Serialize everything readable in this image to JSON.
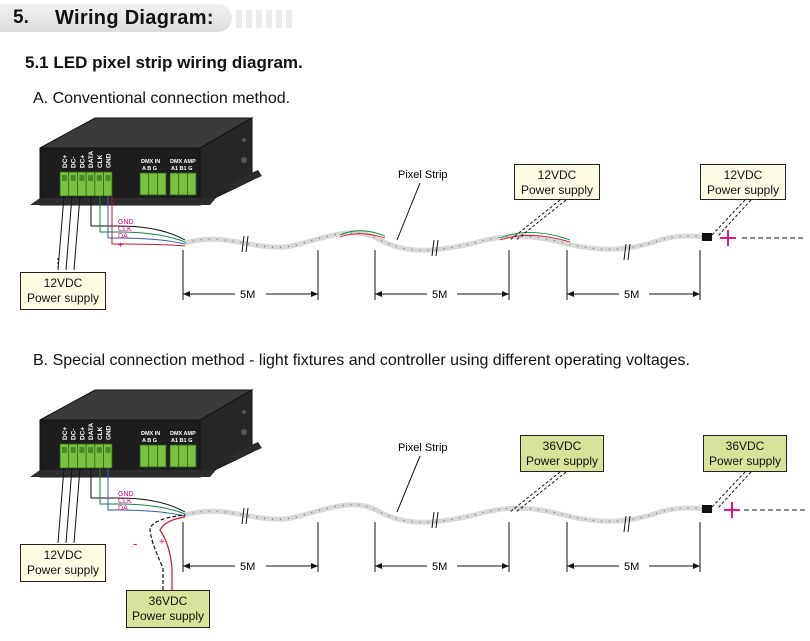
{
  "section": {
    "number": "5.",
    "title": "Wiring Diagram:"
  },
  "subheading": "5.1 LED pixel strip wiring diagram.",
  "method_a": "A.  Conventional connection method.",
  "method_b": "B.  Special connection method - light fixtures and controller using different operating voltages.",
  "terminal_labels": [
    "DC+",
    "DC-",
    "DC+",
    "DATA",
    "CLK",
    "GND"
  ],
  "dmx_in": {
    "title": "DMX IN",
    "pins": "A  B  G"
  },
  "dmx_amp": {
    "title": "DMX AMP",
    "pins": "A1 B1 G"
  },
  "wire_labels": {
    "gnd": "GND",
    "clk": "CLK",
    "da": "DA",
    "plus": "+",
    "minus": "-"
  },
  "pixel_strip_label": "Pixel Strip",
  "segment_label": "5M",
  "supply_a": {
    "left": [
      "12VDC",
      "Power supply"
    ],
    "mid": [
      "12VDC",
      "Power supply"
    ],
    "right": [
      "12VDC",
      "Power supply"
    ]
  },
  "supply_b": {
    "left": [
      "12VDC",
      "Power supply"
    ],
    "mid": [
      "36VDC",
      "Power supply"
    ],
    "right": [
      "36VDC",
      "Power supply"
    ],
    "bottom": [
      "36VDC",
      "Power supply"
    ]
  },
  "colors": {
    "pale_box": "#fdfbe3",
    "olive_box": "#d9e29a",
    "terminal_green": "#7ac143",
    "magenta": "#e0007a",
    "controller": "#1d1d1d"
  }
}
